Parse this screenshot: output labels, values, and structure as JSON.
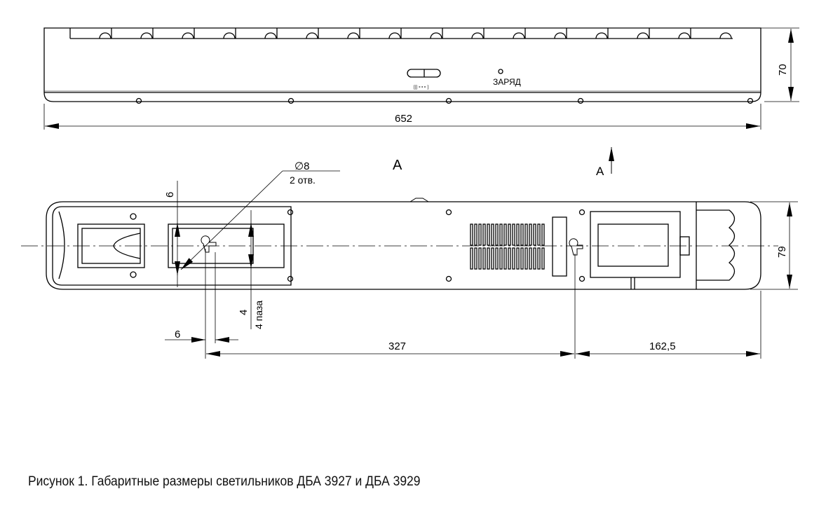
{
  "drawing": {
    "top_view": {
      "charge_label": "ЗАРЯД",
      "width_dim": "652",
      "height_dim": "70"
    },
    "view_label": "A",
    "section_marker": "A",
    "bottom_view": {
      "hole_dim": "∅8",
      "hole_count": "2 отв.",
      "slot_dim_vertical": "6",
      "slot_dim_horizontal": "6",
      "slot_width": "4",
      "slot_count": "4 паза",
      "height_dim": "79",
      "hole_spacing": "327",
      "edge_offset": "162,5"
    }
  },
  "caption": "Рисунок 1. Габаритные размеры светильников ДБА 3927 и ДБА 3929"
}
